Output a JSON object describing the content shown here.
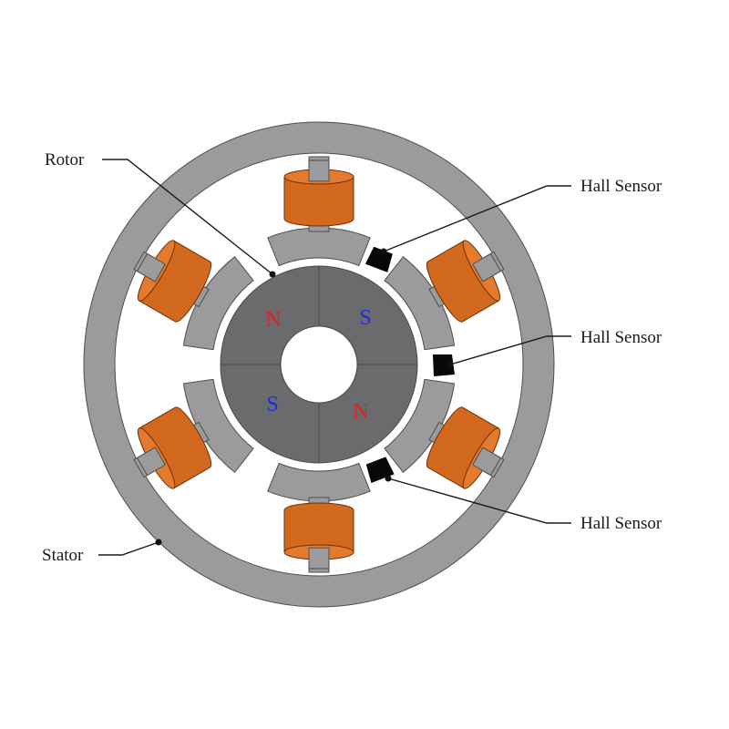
{
  "labels": {
    "rotor": "Rotor",
    "stator": "Stator",
    "hall_sensors": [
      "Hall Sensor",
      "Hall Sensor",
      "Hall Sensor"
    ]
  },
  "rotor_poles": [
    {
      "letter": "N",
      "color": "#e0201f"
    },
    {
      "letter": "S",
      "color": "#1a2de0"
    },
    {
      "letter": "S",
      "color": "#1a2de0"
    },
    {
      "letter": "N",
      "color": "#e0201f"
    }
  ],
  "colors": {
    "stator": "#9b9b9d",
    "rotor": "#6b6b6d",
    "coil": "#d2691e",
    "coil_top": "#e37a2d",
    "hall_sensor": "#070707",
    "outline": "#4d4d4d"
  }
}
